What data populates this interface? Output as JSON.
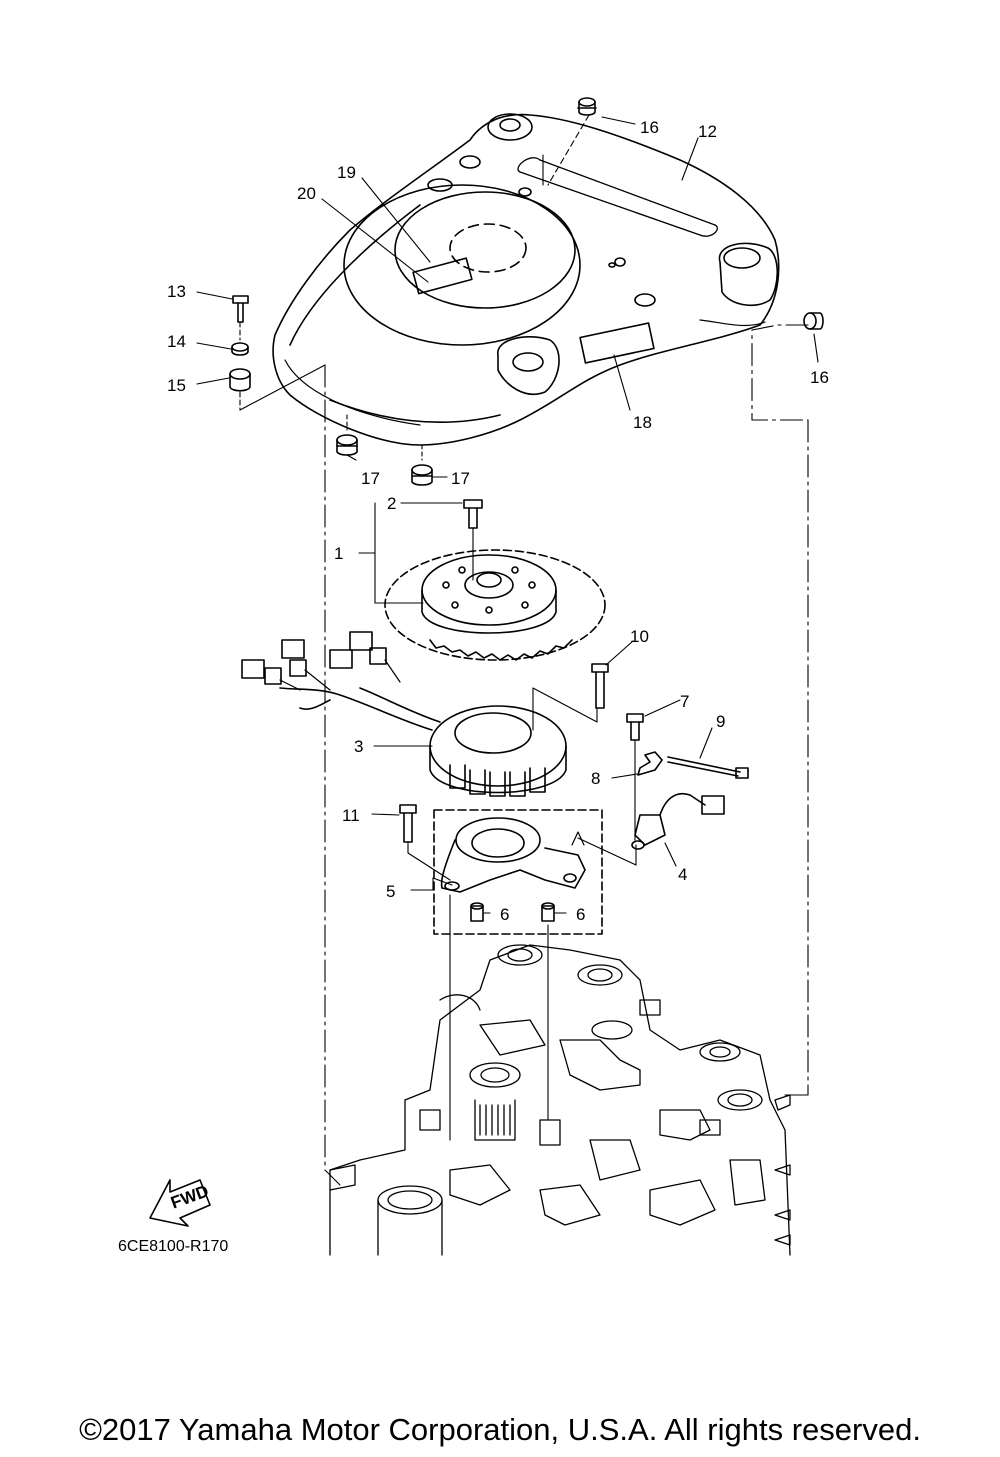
{
  "diagram": {
    "callouts": {
      "c1": "1",
      "c2": "2",
      "c3": "3",
      "c4": "4",
      "c5": "5",
      "c6a": "6",
      "c6b": "6",
      "c7": "7",
      "c8": "8",
      "c9": "9",
      "c10": "10",
      "c11": "11",
      "c12": "12",
      "c13": "13",
      "c14": "14",
      "c15": "15",
      "c16a": "16",
      "c16b": "16",
      "c17a": "17",
      "c17b": "17",
      "c18": "18",
      "c19": "19",
      "c20": "20"
    },
    "fwd_label": "FWD",
    "drawing_code": "6CE8100-R170"
  },
  "footer": {
    "copyright": "©2017 Yamaha Motor Corporation, U.S.A. All rights reserved."
  }
}
